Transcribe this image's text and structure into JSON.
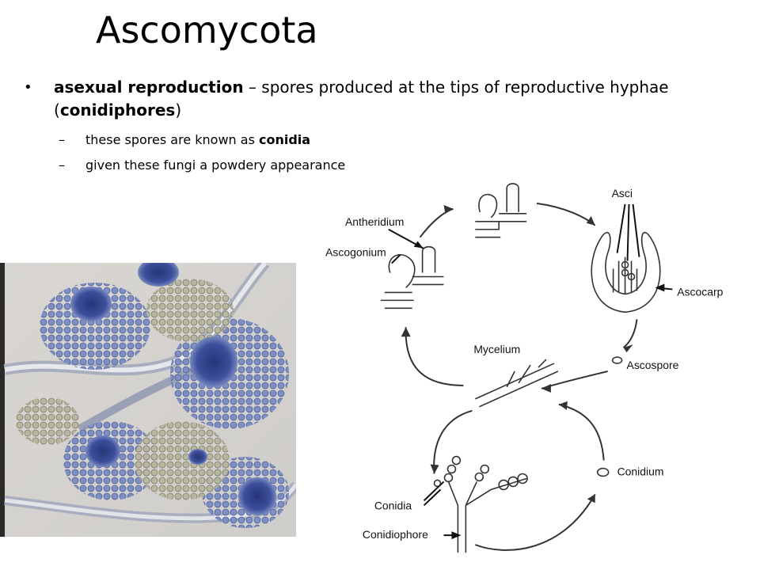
{
  "slide": {
    "title": "Ascomycota",
    "bullet": {
      "term": "asexual reproduction",
      "text1": " – spores produced at the tips of reproductive hyphae (",
      "term2": "conidiphores",
      "text2": ")"
    },
    "sub1": {
      "text": "these spores are known as ",
      "term": "conidia"
    },
    "sub2": {
      "text": "given these fungi a powdery appearance"
    }
  },
  "diagram": {
    "labels": {
      "asci": "Asci",
      "antheridium": "Antheridium",
      "ascogonium": "Ascogonium",
      "ascocarp": "Ascocarp",
      "mycelium": "Mycelium",
      "ascospore": "Ascospore",
      "conidium": "Conidium",
      "conidia": "Conidia",
      "conidiophore": "Conidiophore"
    }
  },
  "colors": {
    "stain_blue": "#2f3f8f",
    "spore_gray": "#8f9094",
    "photo_bg": "#d6d4d0"
  }
}
